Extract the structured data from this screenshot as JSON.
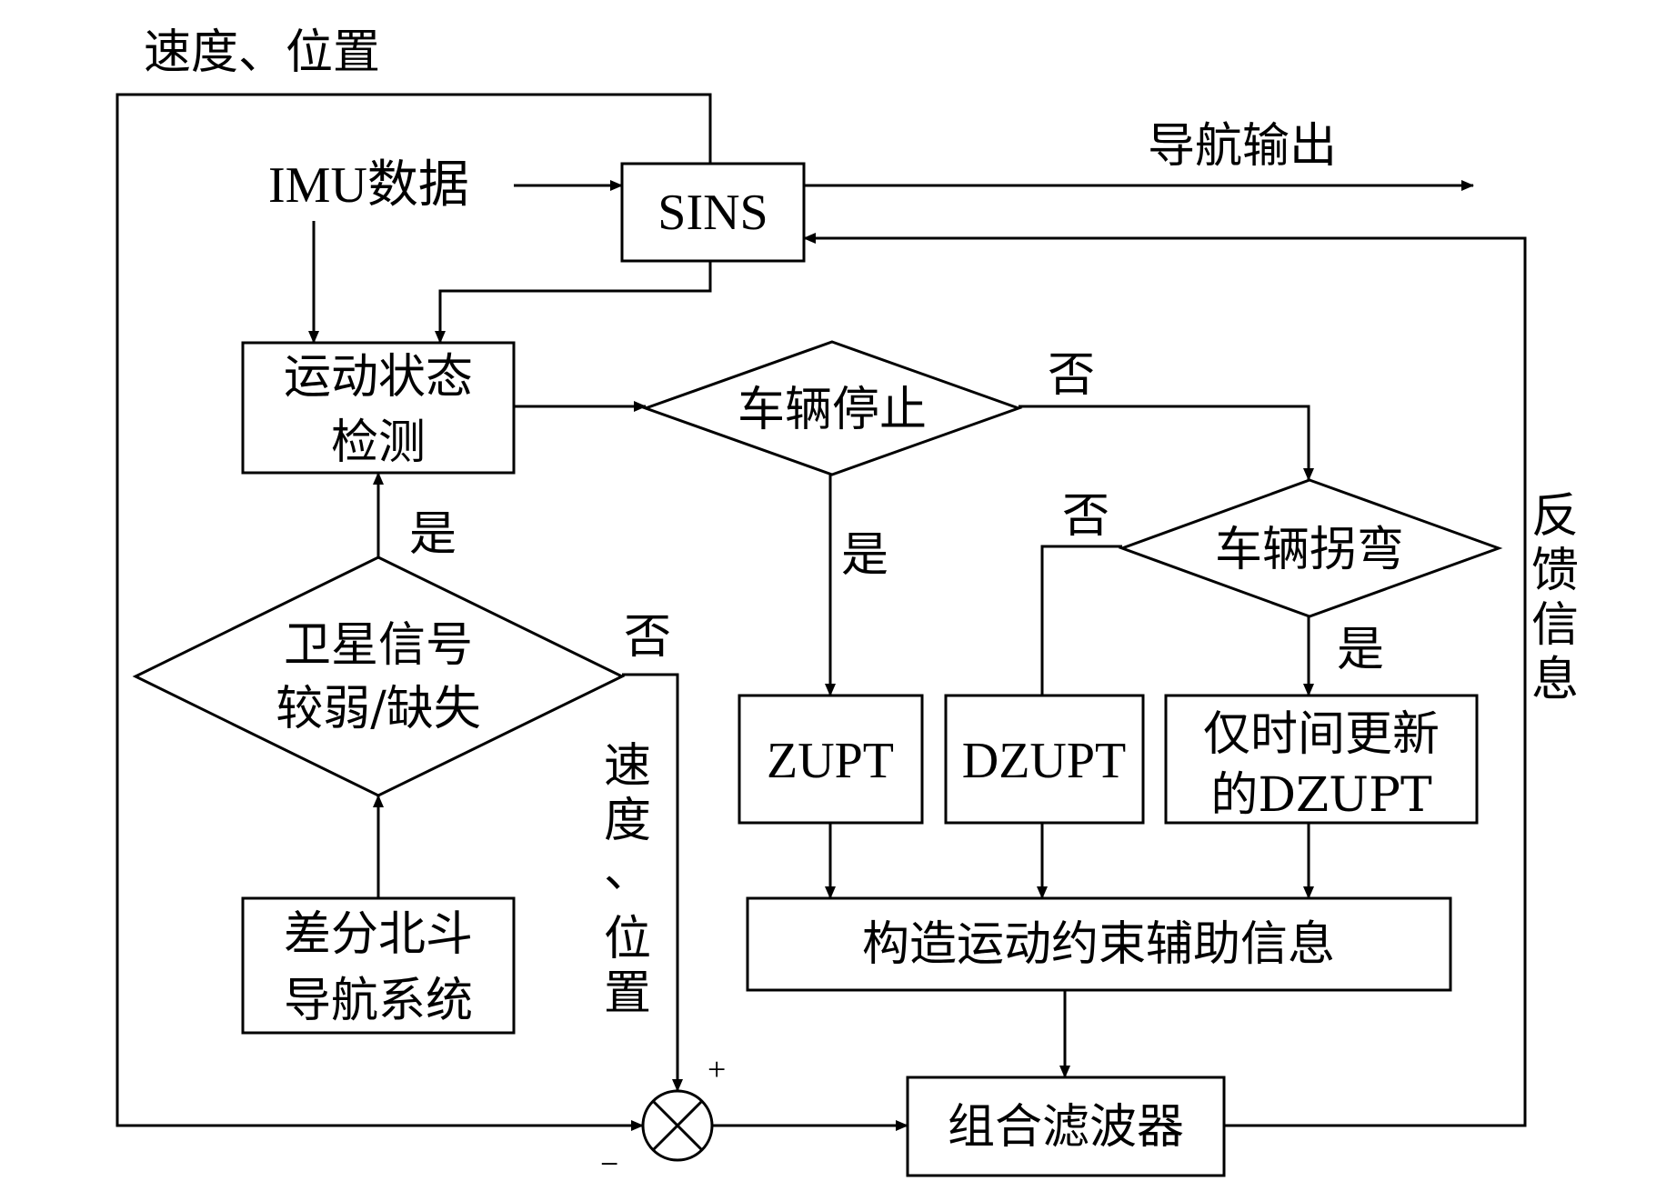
{
  "top_label": "速度、位置",
  "imu_data": "IMU数据",
  "sins": "SINS",
  "nav_output": "导航输出",
  "motion_detect": [
    "运动状态",
    "检测"
  ],
  "vehicle_stop": "车辆停止",
  "vehicle_turn": "车辆拐弯",
  "satellite_weak": [
    "卫星信号",
    "较弱/缺失"
  ],
  "dgnss": [
    "差分北斗",
    "导航系统"
  ],
  "zupt": "ZUPT",
  "dzupt": "DZUPT",
  "time_update_dzupt": [
    "仅时间更新",
    "的DZUPT"
  ],
  "constraint_info": "构造运动约束辅助信息",
  "filter": "组合滤波器",
  "feedback_chars": [
    "反",
    "馈",
    "信",
    "息"
  ],
  "side_vp_chars": [
    "速",
    "度",
    "、",
    "位",
    "置"
  ],
  "yes": "是",
  "no": "否",
  "plus": "+",
  "minus": "−"
}
